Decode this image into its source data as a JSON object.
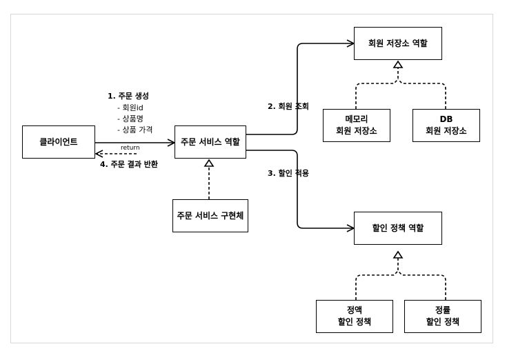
{
  "diagram": {
    "boxes": {
      "client": "클라이언트",
      "order_role": "주문 서비스 역할",
      "order_impl": "주문 서비스 구현체",
      "member_repo_role": "회원 저장소 역할",
      "memory_repo": [
        "메모리",
        "회원 저장소"
      ],
      "db_repo": [
        "DB",
        "회원 저장소"
      ],
      "discount_role": "할인 정책 역할",
      "fixed_discount": [
        "정액",
        "할인 정책"
      ],
      "rate_discount": [
        "정률",
        "할인 정책"
      ]
    },
    "labels": {
      "create_order": "1. 주문 생성",
      "member_id": "- 회원id",
      "product_name": "- 상품명",
      "product_price": "- 상품 가격",
      "return": "return",
      "order_result": "4. 주문 결과 반환",
      "member_lookup": "2. 회원 조회",
      "apply_discount": "3. 할인 적용"
    }
  }
}
